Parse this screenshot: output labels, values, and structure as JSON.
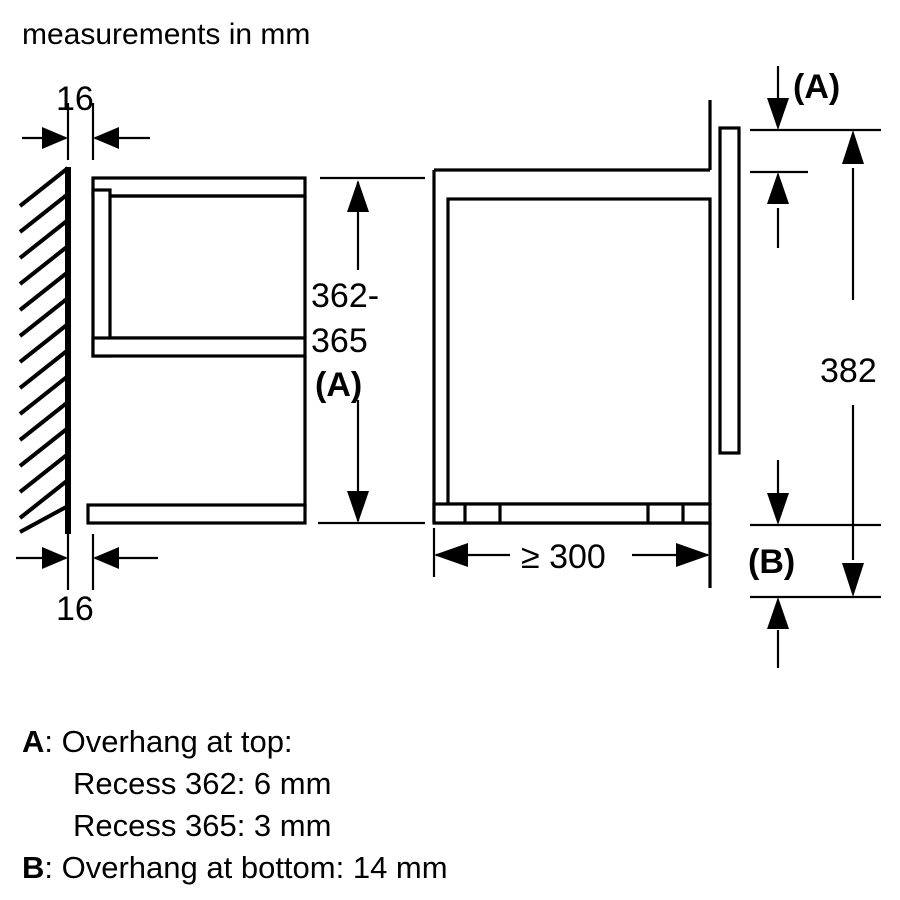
{
  "title": "measurements in mm",
  "units": "mm",
  "colors": {
    "line": "#000000",
    "background": "#ffffff"
  },
  "views": {
    "side_view": {
      "name": "side-section-view",
      "dimensions": {
        "wall_gap_top": "16",
        "wall_gap_bottom": "16",
        "niche_height": "362-\n365\n(A)",
        "niche_height_line1": "362-",
        "niche_height_line2": "365",
        "niche_height_line3": "(A)"
      }
    },
    "front_view": {
      "name": "front-section-view",
      "dimensions": {
        "depth_min": "≥ 300",
        "overhang_top": "(A)",
        "overhang_bottom": "(B)",
        "total_height": "382"
      }
    }
  },
  "legend": {
    "items": [
      {
        "key": "A",
        "sep": ":",
        "text": "Overhang at top:"
      },
      {
        "key": "",
        "sep": "",
        "text": "Recess 362: 6 mm"
      },
      {
        "key": "",
        "sep": "",
        "text": "Recess 365: 3 mm"
      },
      {
        "key": "B",
        "sep": ":",
        "text": "Overhang at bottom: 14 mm"
      }
    ],
    "line1_key": "A",
    "line1_text": ": Overhang at top:",
    "line2_text": "Recess 362: 6 mm",
    "line3_text": "Recess 365: 3 mm",
    "line4_key": "B",
    "line4_text": ": Overhang at bottom: 14 mm"
  }
}
